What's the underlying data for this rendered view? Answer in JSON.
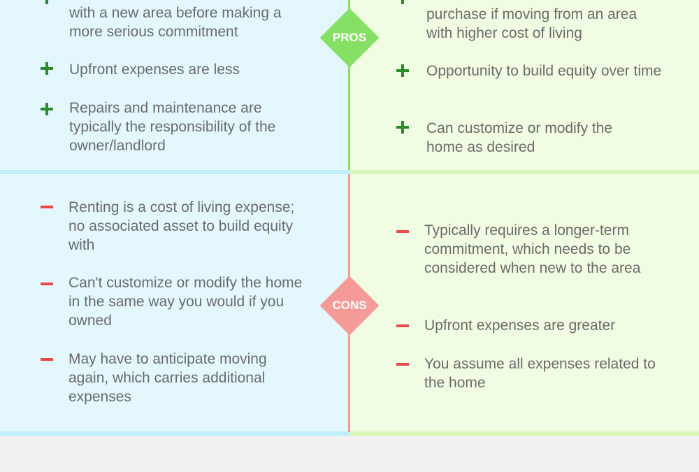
{
  "pros_label": "PROS",
  "cons_label": "CONS",
  "renting": {
    "pros": [
      "with a new area before making a more serious commitment",
      "Upfront expenses are less",
      "Repairs and maintenance are typically the responsibility of the owner/landlord"
    ],
    "cons": [
      "Renting is a cost of living expense; no associated asset to build equity with",
      "Can't customize or modify the home in the same way you would if you owned",
      "May have to anticipate moving again, which carries additional expenses"
    ]
  },
  "buying": {
    "pros": [
      "purchase if moving from an area with higher cost of living",
      "Opportunity to build equity over time",
      "Can customize or modify the home as desired"
    ],
    "cons": [
      "Typically requires a longer-term commitment, which needs to be considered when new to the area",
      "Upfront expenses are greater",
      "You assume all expenses related to the home"
    ]
  },
  "colors": {
    "pros_accent": "#86e065",
    "cons_accent": "#f59b97",
    "plus_sign": "#2a8a2a",
    "minus_sign": "#ea4a4a",
    "renting_bg": "#e3f7fd",
    "buying_bg": "#f1fde3"
  }
}
